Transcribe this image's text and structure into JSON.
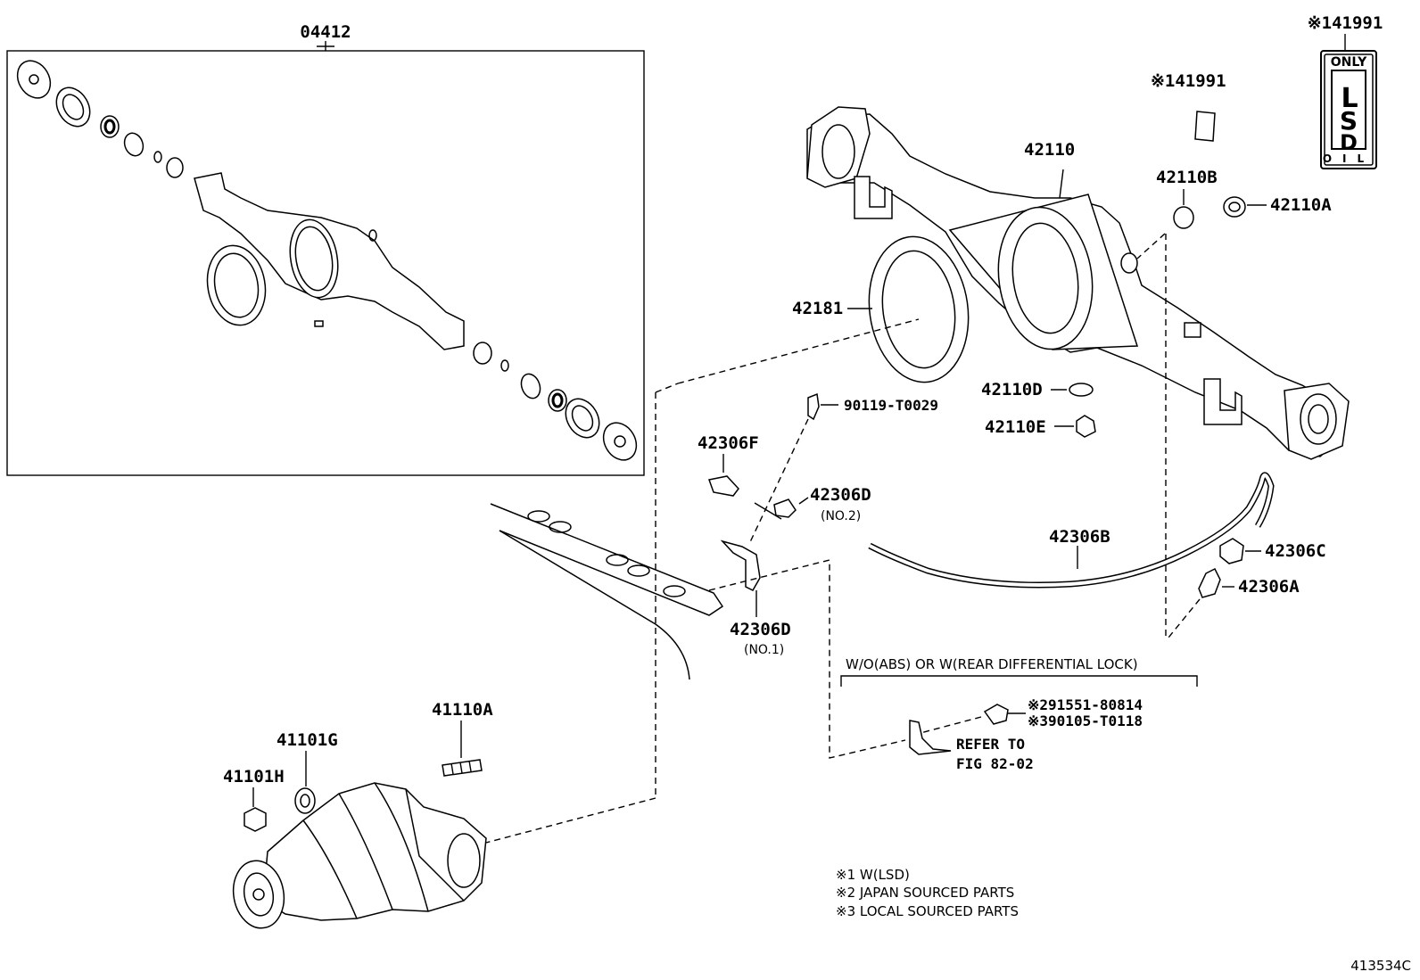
{
  "labels": {
    "kit_04412": "04412",
    "p_141991_top": "※141991",
    "p_141991_2": "※141991",
    "p_42110": "42110",
    "p_42110B": "42110B",
    "p_42110A": "42110A",
    "p_42181": "42181",
    "p_42110D": "42110D",
    "p_42110E": "42110E",
    "p_90119": "90119-T0029",
    "p_42306F": "42306F",
    "p_42306D_2": "42306D",
    "p_42306D_2_sub": "(NO.2)",
    "p_42306B": "42306B",
    "p_42306C": "42306C",
    "p_42306A": "42306A",
    "p_42306D_1": "42306D",
    "p_42306D_1_sub": "(NO.1)",
    "cond_box": "W/O(ABS) OR W(REAR DIFFERENTIAL LOCK)",
    "p_91551": "※291551-80814",
    "p_90105": "※390105-T0118",
    "refer_1": "REFER TO",
    "refer_2": "FIG 82-02",
    "p_41110A": "41110A",
    "p_41101G": "41101G",
    "p_41101H": "41101H"
  },
  "badge": {
    "top": "ONLY",
    "letters": "LSD",
    "bottom": "OIL"
  },
  "notes": [
    "※1 W(LSD)",
    "※2 JAPAN SOURCED PARTS",
    "※3 LOCAL SOURCED PARTS"
  ],
  "figure_code": "413534C"
}
